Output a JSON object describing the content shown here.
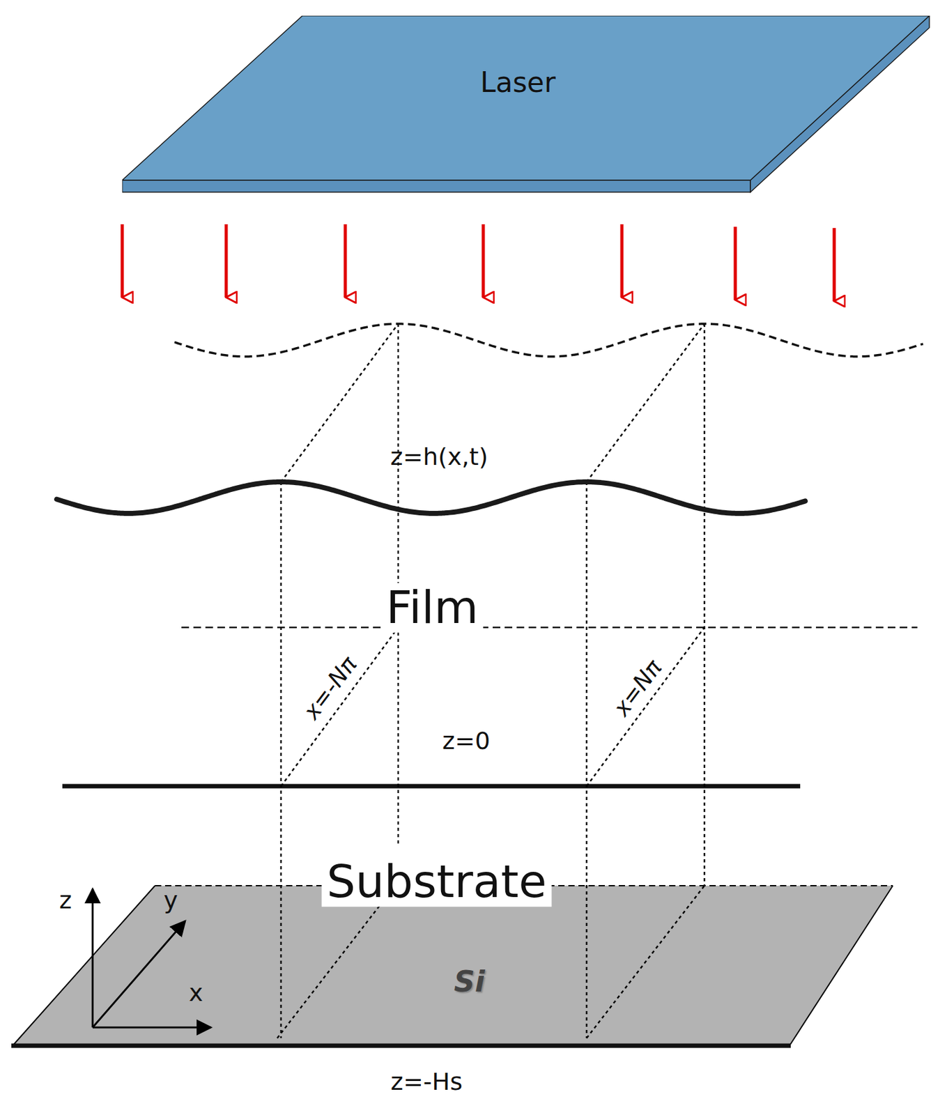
{
  "diagram": {
    "nodes": [
      {
        "text": [
          "Laser"
        ]
      }
    ],
    "labels": [
      "z=h(x,t)",
      "Film",
      "x=-Nπ",
      "z=0",
      "x=Nπ",
      "Substrate",
      "Si",
      "z",
      "y",
      "x",
      "z=-Hs"
    ]
  }
}
